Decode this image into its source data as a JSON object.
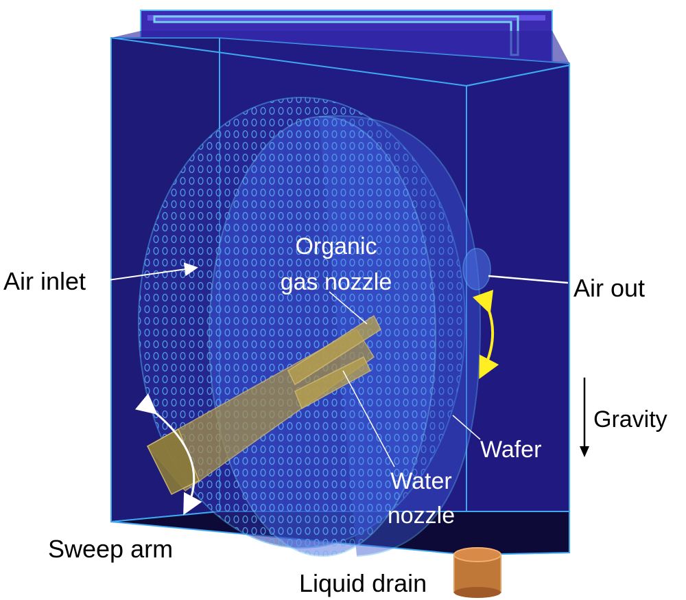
{
  "labels": {
    "air_inlet": "Air inlet",
    "organic_gas_nozzle_line1": "Organic",
    "organic_gas_nozzle_line2": "gas nozzle",
    "air_out": "Air out",
    "gravity": "Gravity",
    "wafer": "Wafer",
    "water_nozzle_line1": "Water",
    "water_nozzle_line2": "nozzle",
    "sweep_arm": "Sweep arm",
    "liquid_drain": "Liquid drain"
  },
  "colors": {
    "chamber_face": "#1e1a78",
    "chamber_dark": "#100c40",
    "edge": "#3fa8f0",
    "wafer": "#3a55d0",
    "holes": "#5bb0f0",
    "arm": "#b5a050",
    "drain": "#c07838",
    "yellow_arrow": "#ffee22",
    "text_dark": "#000000",
    "text_light": "#ffffff"
  }
}
